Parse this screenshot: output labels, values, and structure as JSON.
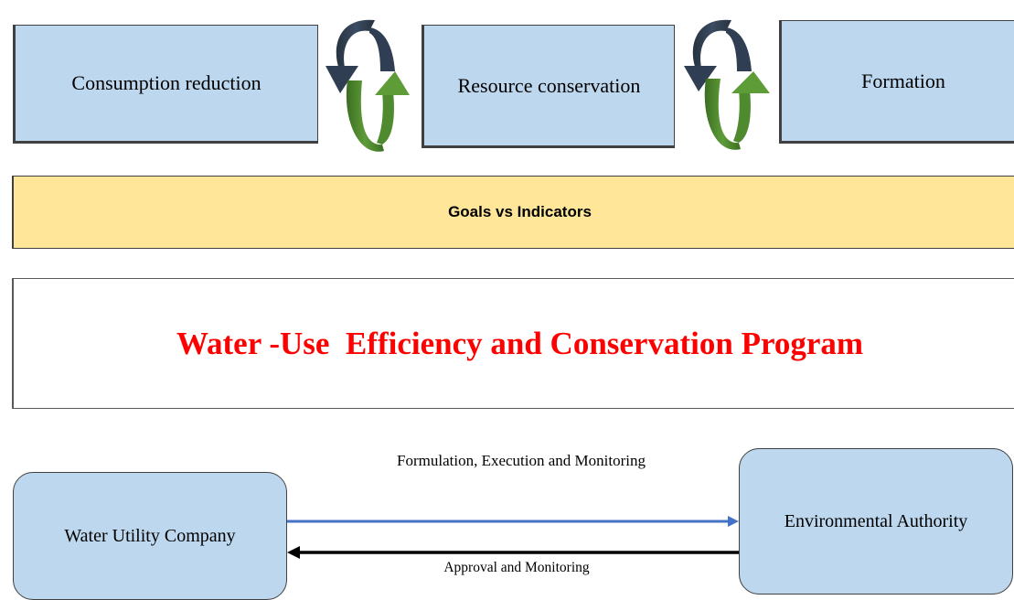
{
  "goals": {
    "items": [
      {
        "label": "Consumption reduction"
      },
      {
        "label": "Resource conservation"
      },
      {
        "label": "Formation"
      }
    ]
  },
  "banner": {
    "label": "Goals vs Indicators"
  },
  "program": {
    "title": "Water -Use  Efficiency and Conservation Program"
  },
  "entities": {
    "left": "Water Utility Company",
    "right": "Environmental Authority"
  },
  "flows": {
    "top_label": "Formulation, Execution and Monitoring",
    "bottom_label": "Approval and Monitoring"
  },
  "colors": {
    "goal_fill": "#bdd7ee",
    "banner_fill": "#ffe699",
    "title_red": "#ff0000",
    "cycle_dark": "#2f3e52",
    "cycle_green": "#4f8a2f",
    "arrow_blue": "#4472c4",
    "arrow_black": "#000000"
  }
}
